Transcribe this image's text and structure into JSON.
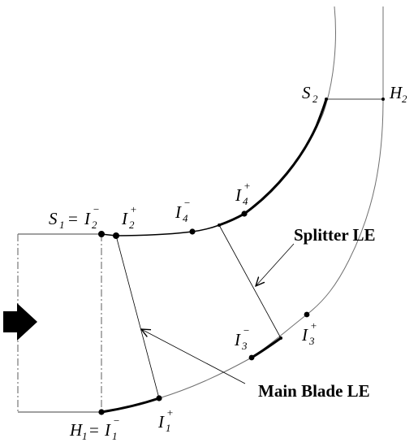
{
  "labels": {
    "s1_main": "S",
    "s1_sub": "1",
    "eq": "=",
    "i2m_main": "I",
    "i2m_sub": "2",
    "i2m_sup": "−",
    "i2p_main": "I",
    "i2p_sub": "2",
    "i2p_sup": "+",
    "i4m_main": "I",
    "i4m_sub": "4",
    "i4m_sup": "−",
    "i4p_main": "I",
    "i4p_sub": "4",
    "i4p_sup": "+",
    "s2_main": "S",
    "s2_sub": "2",
    "h2_main": "H",
    "h2_sub": "2",
    "h1_main": "H",
    "h1_sub": "1",
    "i1m_main": "I",
    "i1m_sub": "1",
    "i1m_sup": "−",
    "i1p_main": "I",
    "i1p_sub": "1",
    "i1p_sup": "+",
    "i3m_main": "I",
    "i3m_sub": "3",
    "i3m_sup": "−",
    "i3p_main": "I",
    "i3p_sub": "3",
    "i3p_sup": "+"
  },
  "callouts": {
    "splitter": "Splitter LE",
    "main_blade": "Main Blade LE"
  }
}
